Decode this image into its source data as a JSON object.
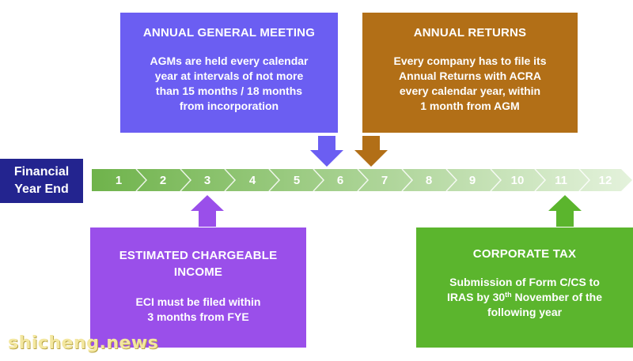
{
  "agm": {
    "title": "ANNUAL GENERAL MEETING",
    "lines": [
      "AGMs are held every calendar",
      "year at intervals of not more",
      "than 15 months / 18 months",
      "from incorporation"
    ],
    "color": "#6b5ef2"
  },
  "annual_returns": {
    "title": "ANNUAL RETURNS",
    "lines": [
      "Every company has to file its",
      "Annual Returns with ACRA",
      "every calendar year, within",
      "1 month from AGM"
    ],
    "color": "#b26f17"
  },
  "eci": {
    "title_lines": [
      "ESTIMATED CHARGEABLE",
      "INCOME"
    ],
    "lines": [
      "ECI must be filed within",
      "3 months from FYE"
    ],
    "color": "#9a4fea"
  },
  "corporate_tax": {
    "title": "CORPORATE TAX",
    "line1": "Submission of Form C/CS to",
    "line2_pre": "IRAS by 30",
    "line2_sup": "th",
    "line2_post": " November of the",
    "line3": "following year",
    "color": "#5bb52d"
  },
  "fye": {
    "lines": [
      "Financial",
      "Year End"
    ],
    "color": "#23248f"
  },
  "timeline": {
    "months": [
      "1",
      "2",
      "3",
      "4",
      "5",
      "6",
      "7",
      "8",
      "9",
      "10",
      "11",
      "12"
    ],
    "color_start": "#6fb34b",
    "color_end": "#e4f2dc"
  },
  "watermark": "shicheng.news"
}
